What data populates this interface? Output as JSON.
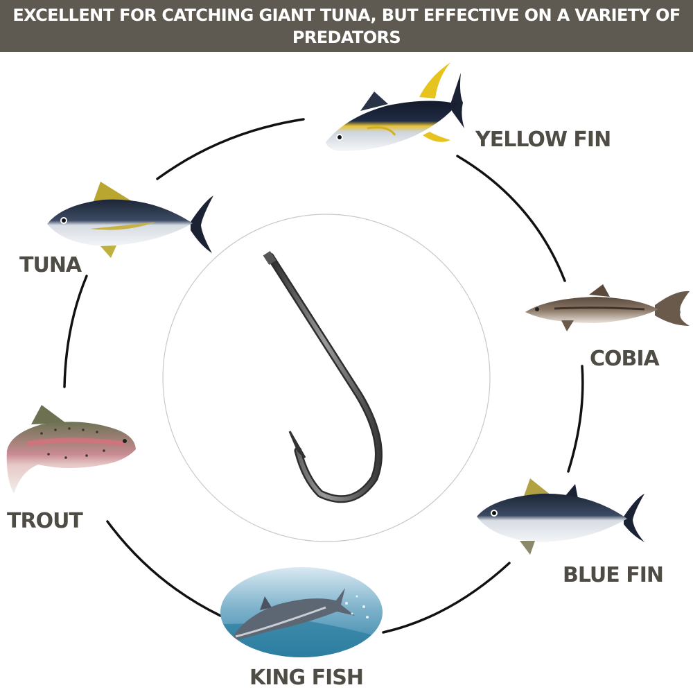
{
  "banner": {
    "text": "EXCELLENT FOR CATCHING GIANT TUNA, BUT EFFECTIVE ON A VARIETY OF PREDATORS",
    "background": "#5e5a52",
    "text_color": "#ffffff"
  },
  "center": {
    "icon": "fishing-hook-icon"
  },
  "fish": [
    {
      "label": "YELLOW FIN",
      "icon": "yellowfin-tuna-icon"
    },
    {
      "label": "COBIA",
      "icon": "cobia-icon"
    },
    {
      "label": "BLUE FIN",
      "icon": "bluefin-tuna-icon"
    },
    {
      "label": "KING FISH",
      "icon": "kingfish-icon"
    },
    {
      "label": "TROUT",
      "icon": "trout-icon"
    },
    {
      "label": "TUNA",
      "icon": "tuna-icon"
    }
  ],
  "colors": {
    "label": "#4f4c46",
    "ring": "#111111"
  }
}
